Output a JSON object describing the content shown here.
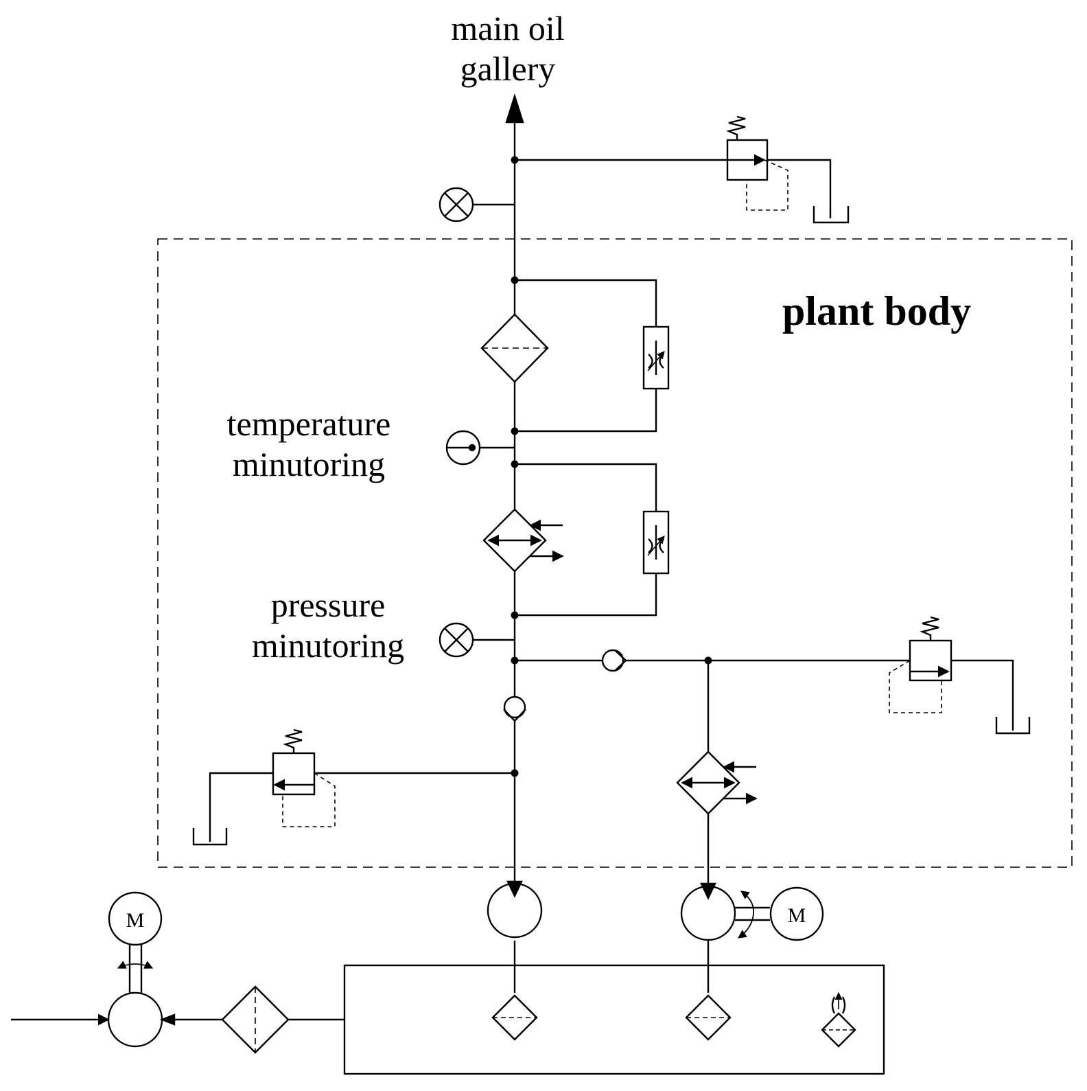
{
  "labels": {
    "main_oil_gallery": [
      "main oil",
      "gallery"
    ],
    "plant_body": "plant body",
    "temperature_monitoring": [
      "temperature",
      "minutoring"
    ],
    "pressure_monitoring": [
      "pressure",
      "minutoring"
    ]
  },
  "motor_symbol": "M",
  "components": [
    "main-oil-gallery-outlet",
    "system-relief-valve",
    "outlet-pressure-gauge",
    "oil-filter",
    "filter-bypass-throttle",
    "temperature-sensor",
    "oil-cooler",
    "cooler-bypass-throttle",
    "pressure-gauge",
    "check-valve-main",
    "check-valve-aux",
    "aux-relief-valve",
    "aux-cooler",
    "pump-relief-valve",
    "main-pump",
    "aux-pump",
    "aux-pump-motor",
    "fill-pump",
    "fill-pump-motor",
    "fill-filter",
    "oil-tank",
    "suction-strainer-1",
    "suction-strainer-2",
    "tank-breather"
  ],
  "colors": {
    "line": "#000000",
    "background": "#ffffff"
  }
}
